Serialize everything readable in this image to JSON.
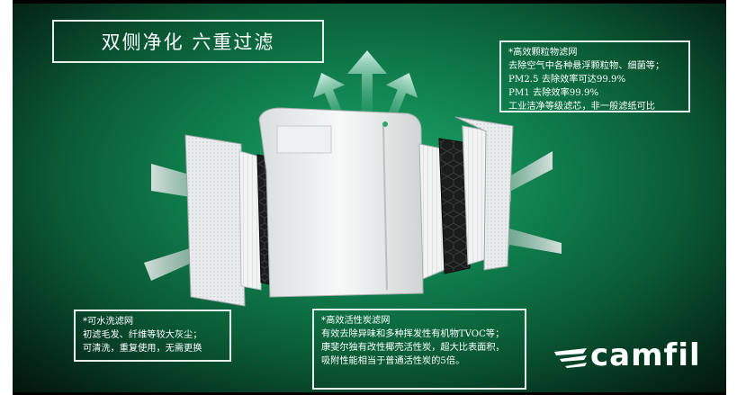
{
  "headline": "双侧净化  六重过滤",
  "top_right_box": {
    "lines": [
      "*高效颗粒物滤网",
      "去除空气中各种悬浮颗粒物、细菌等；",
      "PM2.5 去除效率可达99.9%",
      "PM1 去除效率99.9%",
      "工业洁净等级滤芯，非一般滤纸可比"
    ]
  },
  "bottom_left_box": {
    "lines": [
      "*可水洗滤网",
      "初滤毛发、纤维等较大灰尘；",
      "可清洗，重复使用，无需更换"
    ]
  },
  "bottom_center_box": {
    "lines": [
      "*高效活性炭滤网",
      "有效去除异味和多种挥发性有机物TVOC等；",
      "康斐尔独有改性椰壳活性炭，超大比表面积，",
      "吸附性能相当于普通活性炭的5倍。"
    ]
  },
  "logo": {
    "text": "camfil"
  },
  "colors": {
    "background": "#0f7d4c",
    "text": "#ffffff",
    "box_border": "#e6f0ea"
  }
}
